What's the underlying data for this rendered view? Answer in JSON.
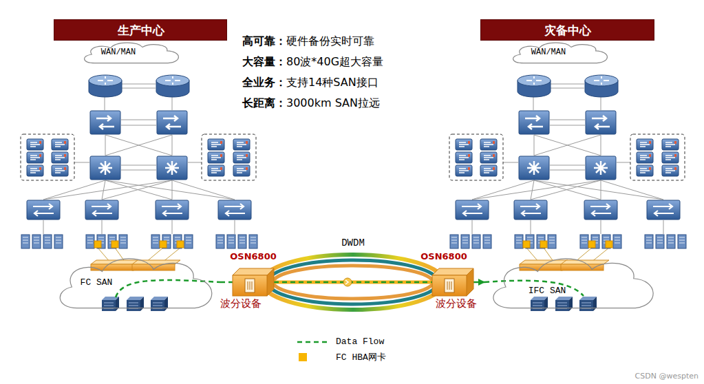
{
  "diagram": {
    "nodes": [
      {
        "text": [
          "生产中心"
        ]
      },
      {
        "text": [
          "灾备中心"
        ]
      },
      {
        "text": [
          "WAN/MAN"
        ]
      },
      {
        "text": [
          "WAN/MAN"
        ]
      },
      {
        "text": [
          "FC SAN"
        ]
      },
      {
        "text": [
          "OSN6800",
          "波分设备"
        ]
      },
      {
        "text": [
          "OSN6800",
          "波分设备"
        ]
      },
      {
        "text": [
          "IFC SAN"
        ]
      }
    ],
    "edges": [
      {
        "from": 4,
        "to": 5,
        "arrow": "none"
      },
      {
        "from": 5,
        "to": 6,
        "label": "DWDM",
        "arrow": "none"
      },
      {
        "from": 6,
        "to": 7,
        "arrow": "to"
      }
    ],
    "labels": [
      "高可靠：",
      "硬件备份实时可靠",
      "大容量：",
      "80波*40G超大容量",
      "全业务：",
      "支持14种SAN接口",
      "长距离：",
      "3000km SAN拉远",
      "CSDN @wespten"
    ],
    "legend": [
      {
        "text": "Data Flow"
      },
      {
        "text": "FC HBA网卡",
        "color": "#f7b500"
      }
    ]
  }
}
